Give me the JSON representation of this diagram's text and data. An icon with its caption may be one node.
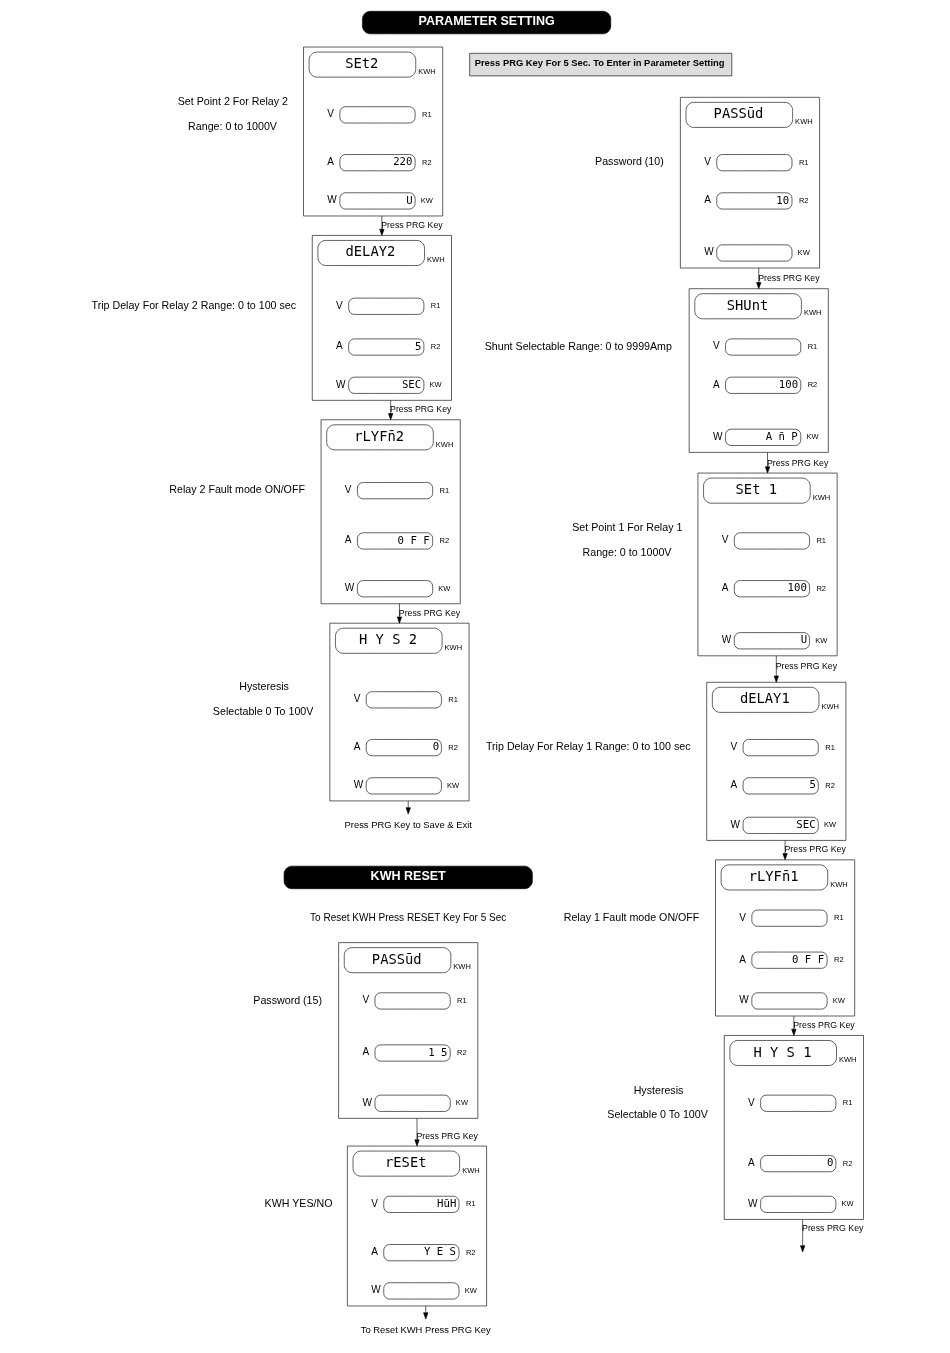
{
  "diagram": {
    "nodes": [
      {
        "text": [
          "PARAMETER SETTING"
        ]
      },
      {
        "text": [
          "Press PRG Key For 5 Sec. To Enter in Parameter Setting"
        ]
      },
      {
        "text": [],
        "shape": "box",
        "beside": [
          "Password (10)"
        ]
      },
      {
        "text": [
          "PASSūd"
        ],
        "in": 2,
        "beside": [
          "KWH"
        ]
      },
      {
        "text": [],
        "shape": "box",
        "in": 2,
        "beside": [
          "V",
          "R1"
        ]
      },
      {
        "text": [
          "10"
        ],
        "in": 2,
        "beside": [
          "A",
          "R2"
        ]
      },
      {
        "text": [],
        "shape": "box",
        "in": 2,
        "beside": [
          "W",
          "KW"
        ]
      },
      {
        "text": [],
        "shape": "box",
        "beside": [
          "Shunt Selectable Range: 0 to 9999Amp"
        ]
      },
      {
        "text": [
          "SHUnt"
        ],
        "in": 7,
        "beside": [
          "KWH"
        ]
      },
      {
        "text": [],
        "shape": "box",
        "in": 7,
        "beside": [
          "V",
          "R1"
        ]
      },
      {
        "text": [
          "100"
        ],
        "in": 7,
        "beside": [
          "A",
          "R2"
        ]
      },
      {
        "text": [
          "A n̄ P"
        ],
        "in": 7,
        "beside": [
          "W",
          "KW"
        ]
      },
      {
        "text": [],
        "shape": "box",
        "beside": [
          "Set Point 1 For Relay 1",
          "Range: 0 to 1000V"
        ]
      },
      {
        "text": [
          "SEt 1"
        ],
        "in": 12,
        "beside": [
          "KWH"
        ]
      },
      {
        "text": [],
        "shape": "box",
        "in": 12,
        "beside": [
          "V",
          "R1"
        ]
      },
      {
        "text": [
          "100"
        ],
        "in": 12,
        "beside": [
          "A",
          "R2"
        ]
      },
      {
        "text": [
          "U"
        ],
        "in": 12,
        "beside": [
          "W",
          "KW"
        ]
      },
      {
        "text": [],
        "shape": "box",
        "beside": [
          "Trip Delay For Relay 1 Range: 0 to 100 sec"
        ]
      },
      {
        "text": [
          "dELAY1"
        ],
        "in": 17,
        "beside": [
          "KWH"
        ]
      },
      {
        "text": [],
        "shape": "box",
        "in": 17,
        "beside": [
          "V",
          "R1"
        ]
      },
      {
        "text": [
          "5"
        ],
        "in": 17,
        "beside": [
          "A",
          "R2"
        ]
      },
      {
        "text": [
          "SEC"
        ],
        "in": 17,
        "beside": [
          "W",
          "KW"
        ]
      },
      {
        "text": [],
        "shape": "box",
        "beside": [
          "Relay 1 Fault mode ON/OFF"
        ]
      },
      {
        "text": [
          "rLYFn̄1"
        ],
        "in": 22,
        "beside": [
          "KWH"
        ]
      },
      {
        "text": [],
        "shape": "box",
        "in": 22,
        "beside": [
          "V",
          "R1"
        ]
      },
      {
        "text": [
          "0 F F"
        ],
        "in": 22,
        "beside": [
          "A",
          "R2"
        ]
      },
      {
        "text": [],
        "shape": "box",
        "in": 22,
        "beside": [
          "W",
          "KW"
        ]
      },
      {
        "text": [],
        "shape": "box",
        "beside": [
          "Hysteresis",
          "Selectable 0 To 100V"
        ]
      },
      {
        "text": [
          "H Y S 1"
        ],
        "in": 27,
        "beside": [
          "KWH"
        ]
      },
      {
        "text": [],
        "shape": "box",
        "in": 27,
        "beside": [
          "V",
          "R1"
        ]
      },
      {
        "text": [
          "0"
        ],
        "in": 27,
        "beside": [
          "A",
          "R2"
        ]
      },
      {
        "text": [],
        "shape": "box",
        "in": 27,
        "beside": [
          "W",
          "KW"
        ]
      },
      {
        "text": [],
        "shape": "box",
        "beside": [
          "Set Point 2 For Relay 2",
          "Range: 0 to 1000V"
        ]
      },
      {
        "text": [
          "SEt2"
        ],
        "in": 32,
        "beside": [
          "KWH"
        ]
      },
      {
        "text": [],
        "shape": "box",
        "in": 32,
        "beside": [
          "V",
          "R1"
        ]
      },
      {
        "text": [
          "220"
        ],
        "in": 32,
        "beside": [
          "A",
          "R2"
        ]
      },
      {
        "text": [
          "U"
        ],
        "in": 32,
        "beside": [
          "W",
          "KW"
        ]
      },
      {
        "text": [],
        "shape": "box",
        "beside": [
          "Trip Delay For Relay 2 Range: 0 to 100 sec"
        ]
      },
      {
        "text": [
          "dELAY2"
        ],
        "in": 37,
        "beside": [
          "KWH"
        ]
      },
      {
        "text": [],
        "shape": "box",
        "in": 37,
        "beside": [
          "V",
          "R1"
        ]
      },
      {
        "text": [
          "5"
        ],
        "in": 37,
        "beside": [
          "A",
          "R2"
        ]
      },
      {
        "text": [
          "SEC"
        ],
        "in": 37,
        "beside": [
          "W",
          "KW"
        ]
      },
      {
        "text": [],
        "shape": "box",
        "beside": [
          "Relay 2 Fault mode ON/OFF"
        ]
      },
      {
        "text": [
          "rLYFn̄2"
        ],
        "in": 42,
        "beside": [
          "KWH"
        ]
      },
      {
        "text": [],
        "shape": "box",
        "in": 42,
        "beside": [
          "V",
          "R1"
        ]
      },
      {
        "text": [
          "0 F F"
        ],
        "in": 42,
        "beside": [
          "A",
          "R2"
        ]
      },
      {
        "text": [],
        "shape": "box",
        "in": 42,
        "beside": [
          "W",
          "KW"
        ]
      },
      {
        "text": [],
        "shape": "box",
        "beside": [
          "Hysteresis",
          "Selectable 0 To 100V"
        ]
      },
      {
        "text": [
          "H Y S 2"
        ],
        "in": 47,
        "beside": [
          "KWH"
        ]
      },
      {
        "text": [],
        "shape": "box",
        "in": 47,
        "beside": [
          "V",
          "R1"
        ]
      },
      {
        "text": [
          "0"
        ],
        "in": 47,
        "beside": [
          "A",
          "R2"
        ]
      },
      {
        "text": [],
        "shape": "box",
        "in": 47,
        "beside": [
          "W",
          "KW"
        ]
      },
      {
        "text": [
          "Press PRG Key to Save & Exit"
        ]
      },
      {
        "text": [
          "KWH RESET"
        ]
      },
      {
        "text": [],
        "shape": "box",
        "beside": [
          "Password (15)"
        ]
      },
      {
        "text": [
          "PASSūd"
        ],
        "in": 54,
        "beside": [
          "KWH"
        ]
      },
      {
        "text": [],
        "shape": "box",
        "in": 54,
        "beside": [
          "V",
          "R1"
        ]
      },
      {
        "text": [
          "1 5"
        ],
        "in": 54,
        "beside": [
          "A",
          "R2"
        ]
      },
      {
        "text": [],
        "shape": "box",
        "in": 54,
        "beside": [
          "W",
          "KW"
        ]
      },
      {
        "text": [],
        "shape": "box",
        "beside": [
          "KWH YES/NO"
        ]
      },
      {
        "text": [
          "rESEt"
        ],
        "in": 59,
        "beside": [
          "KWH"
        ]
      },
      {
        "text": [
          "HūH"
        ],
        "in": 59,
        "beside": [
          "V",
          "R1"
        ]
      },
      {
        "text": [
          "Y E S"
        ],
        "in": 59,
        "beside": [
          "A",
          "R2"
        ]
      },
      {
        "text": [],
        "shape": "box",
        "in": 59,
        "beside": [
          "W",
          "KW"
        ]
      },
      {
        "text": [
          "To Reset KWH Press PRG Key"
        ]
      }
    ],
    "edges": [
      {
        "from": 2,
        "to": 7,
        "arrow": "to",
        "label": "Press PRG Key"
      },
      {
        "from": 7,
        "to": 12,
        "arrow": "to",
        "label": "Press PRG Key"
      },
      {
        "from": 12,
        "to": 17,
        "arrow": "to",
        "label": "Press PRG Key"
      },
      {
        "from": 17,
        "to": 22,
        "arrow": "to",
        "label": "Press PRG Key"
      },
      {
        "from": 22,
        "to": 27,
        "arrow": "to",
        "label": "Press PRG Key"
      },
      {
        "from": 27,
        "to": null,
        "arrow": "to",
        "label": "Press PRG Key"
      },
      {
        "from": 32,
        "to": 37,
        "arrow": "to",
        "label": "Press PRG Key"
      },
      {
        "from": 37,
        "to": 42,
        "arrow": "to",
        "label": "Press PRG Key"
      },
      {
        "from": 42,
        "to": 47,
        "arrow": "to",
        "label": "Press PRG Key"
      },
      {
        "from": 47,
        "to": 52,
        "arrow": "to"
      },
      {
        "from": 54,
        "to": 59,
        "arrow": "to",
        "label": "Press PRG Key"
      },
      {
        "from": 59,
        "to": 64,
        "arrow": "to"
      }
    ],
    "labels": [
      "To Reset KWH Press RESET Key For 5 Sec"
    ]
  }
}
